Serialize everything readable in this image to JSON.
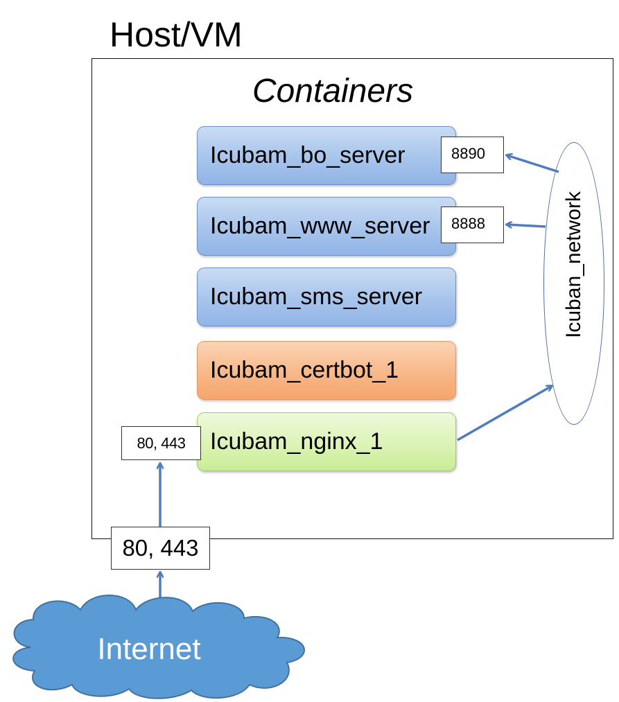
{
  "host": {
    "title": "Host/VM"
  },
  "containers_group": {
    "title": "Containers"
  },
  "containers": [
    {
      "name": "Icubam_bo_server"
    },
    {
      "name": "Icubam_www_server"
    },
    {
      "name": "Icubam_sms_server"
    },
    {
      "name": "Icubam_certbot_1"
    },
    {
      "name": "Icubam_nginx_1"
    }
  ],
  "ports": {
    "bo_server": "8890",
    "www_server": "8888",
    "nginx": "80, 443",
    "host": "80, 443"
  },
  "network": {
    "label": "Icuban_network"
  },
  "internet": {
    "label": "Internet"
  },
  "colors": {
    "container_blue": "#a7c4ec",
    "container_orange": "#f8b889",
    "container_green": "#dcf3b6",
    "arrow": "#4f7cbd",
    "cloud": "#5b9bd5"
  }
}
